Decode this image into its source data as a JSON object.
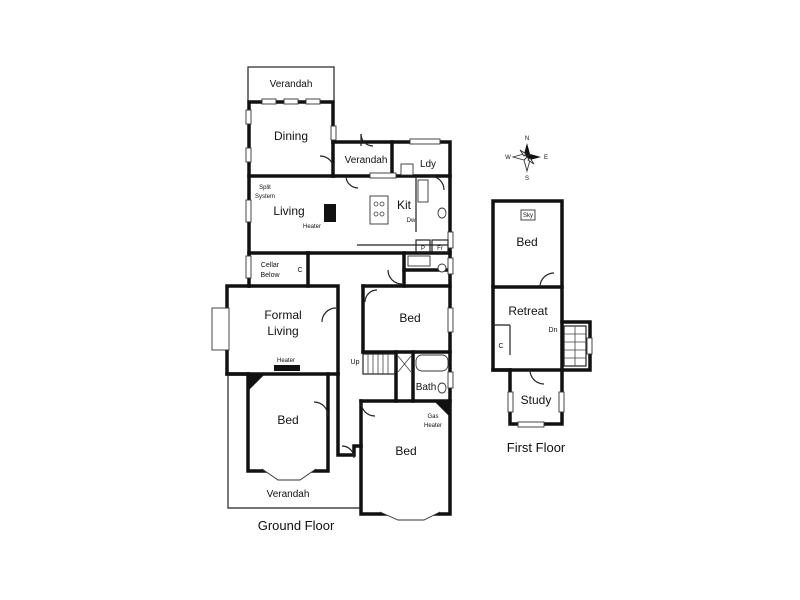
{
  "ground_floor": {
    "title": "Ground Floor",
    "rooms": {
      "verandah_top": "Verandah",
      "dining": "Dining",
      "verandah_mid": "Verandah",
      "laundry": "Ldy",
      "living": "Living",
      "kitchen": "Kit",
      "dishwasher": "Dw",
      "pantry": "P",
      "fridge": "Fr",
      "cellar_line1": "Cellar",
      "cellar_line2": "Below",
      "cupboard": "C",
      "formal_line1": "Formal",
      "formal_line2": "Living",
      "bed_front_left": "Bed",
      "bed_middle": "Bed",
      "bed_front_right": "Bed",
      "bath": "Bath",
      "stairs_up": "Up",
      "verandah_bottom": "Verandah"
    },
    "annotations": {
      "split_line1": "Split",
      "split_line2": "System",
      "heater_living": "Heater",
      "heater_formal": "Heater",
      "gas_line1": "Gas",
      "gas_line2": "Heater"
    }
  },
  "first_floor": {
    "title": "First Floor",
    "rooms": {
      "bed": "Bed",
      "skylight": "Sky",
      "retreat": "Retreat",
      "stairs_down": "Dn",
      "cupboard": "C",
      "study": "Study"
    }
  },
  "compass": {
    "n": "N",
    "s": "S",
    "e": "E",
    "w": "W"
  }
}
